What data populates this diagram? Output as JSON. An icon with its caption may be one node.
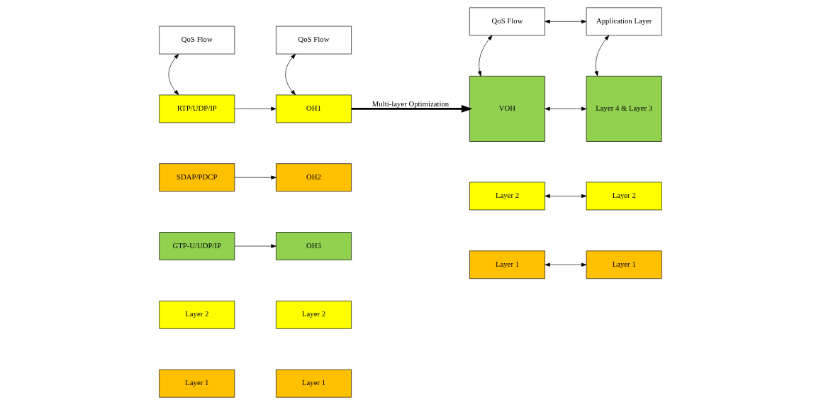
{
  "diagram": {
    "nodes": [
      {
        "text": [
          "QoS Flow"
        ]
      },
      {
        "text": [
          "RTP/UDP/IP"
        ]
      },
      {
        "text": [
          "SDAP/PDCP"
        ]
      },
      {
        "text": [
          "GTP-U/UDP/IP"
        ]
      },
      {
        "text": [
          "Layer 2"
        ]
      },
      {
        "text": [
          "Layer 1"
        ]
      },
      {
        "text": [
          "QoS Flow"
        ]
      },
      {
        "text": [
          "OH1"
        ]
      },
      {
        "text": [
          "OH2"
        ]
      },
      {
        "text": [
          "OH3"
        ]
      },
      {
        "text": [
          "Layer 2"
        ]
      },
      {
        "text": [
          "Layer 1"
        ]
      },
      {
        "text": [
          "QoS Flow"
        ]
      },
      {
        "text": [
          "VOH"
        ]
      },
      {
        "text": [
          "Layer 2"
        ]
      },
      {
        "text": [
          "Layer 1"
        ]
      },
      {
        "text": [
          "Application Layer"
        ]
      },
      {
        "text": [
          "Layer 4 & Layer 3"
        ]
      },
      {
        "text": [
          "Layer 2"
        ]
      },
      {
        "text": [
          "Layer 1"
        ]
      }
    ],
    "edges": [
      {
        "from": 0,
        "to": 1,
        "arrow": "both"
      },
      {
        "from": 6,
        "to": 7,
        "arrow": "both"
      },
      {
        "from": 12,
        "to": 13,
        "arrow": "both"
      },
      {
        "from": 12,
        "to": 16,
        "arrow": "both"
      },
      {
        "from": 16,
        "to": 17,
        "arrow": "both"
      },
      {
        "from": 1,
        "to": 7,
        "arrow": "to"
      },
      {
        "from": 2,
        "to": 8,
        "arrow": "to"
      },
      {
        "from": 3,
        "to": 9,
        "arrow": "to"
      },
      {
        "from": 7,
        "to": 13,
        "arrow": "to",
        "label": "Multi-layer Optimization",
        "style": "thick"
      },
      {
        "from": 13,
        "to": 17,
        "arrow": "both"
      },
      {
        "from": 14,
        "to": 18,
        "arrow": "both"
      },
      {
        "from": 15,
        "to": 19,
        "arrow": "both"
      }
    ]
  }
}
